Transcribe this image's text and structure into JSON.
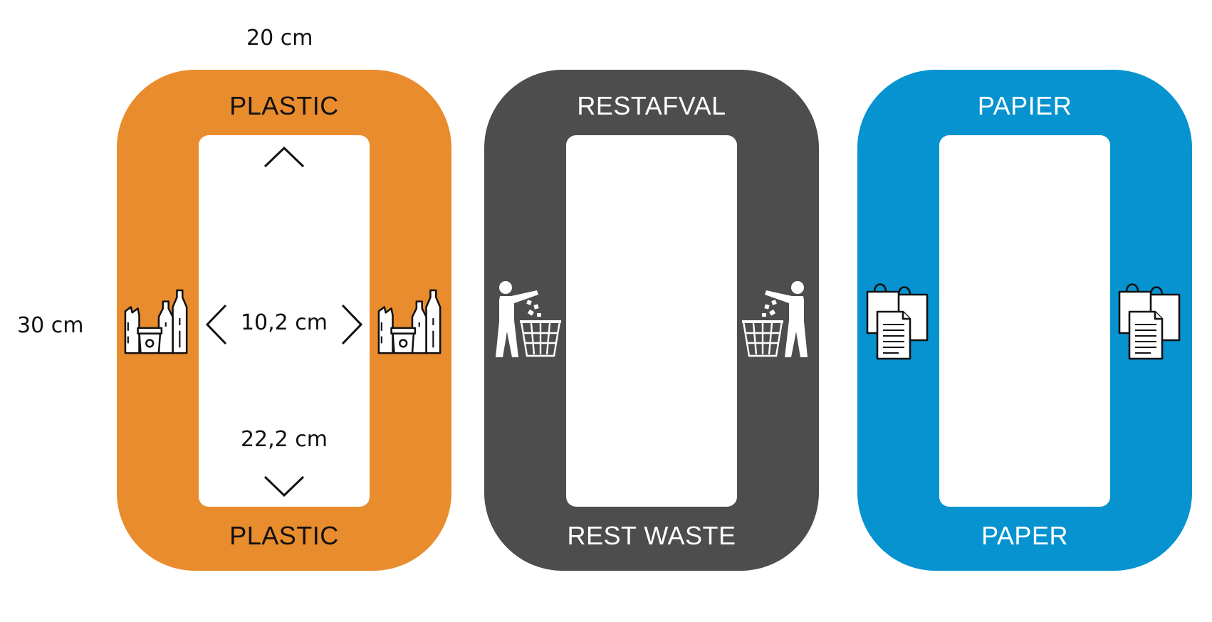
{
  "dimensions": {
    "width_label": "20 cm",
    "height_label": "30 cm",
    "inner_width_label": "10,2 cm",
    "inner_height_label": "22,2 cm"
  },
  "stickers": [
    {
      "top_label": "PLASTIC",
      "bottom_label": "PLASTIC",
      "color": "#E98C2D",
      "text_color": "#111111",
      "icon": "plastic-waste-icon"
    },
    {
      "top_label": "RESTAFVAL",
      "bottom_label": "REST WASTE",
      "color": "#4D4D4D",
      "text_color": "#FFFFFF",
      "icon": "tidyman-trash-icon"
    },
    {
      "top_label": "PAPIER",
      "bottom_label": "PAPER",
      "color": "#0693CF",
      "text_color": "#FFFFFF",
      "icon": "paper-bags-icon"
    }
  ]
}
